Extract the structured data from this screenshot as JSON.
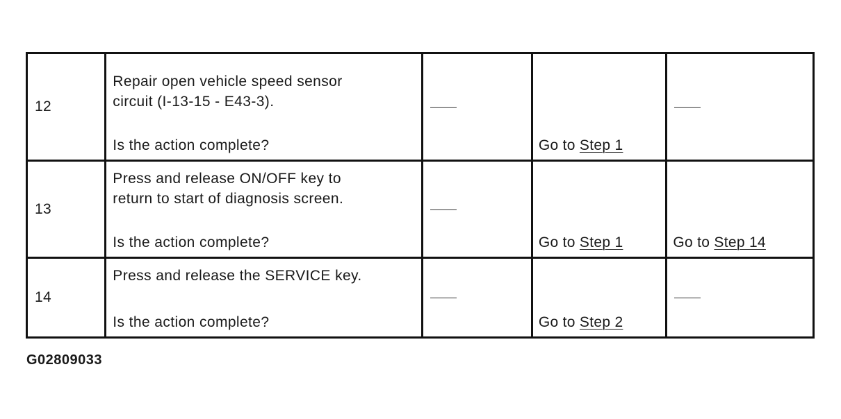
{
  "rows": [
    {
      "step": "12",
      "action": "Repair open vehicle speed sensor\ncircuit (I-13-15 - E43-3).",
      "question": "Is the action complete?",
      "spec_blank": "___",
      "yes_prefix": "Go to",
      "yes_link": "Step 1",
      "no_prefix": "",
      "no_link": "",
      "no_blank": "___"
    },
    {
      "step": "13",
      "action": "Press and release ON/OFF key to\nreturn to start of diagnosis screen.",
      "question": "Is the action complete?",
      "spec_blank": "___",
      "yes_prefix": "Go to",
      "yes_link": "Step 1",
      "no_prefix": "Go to",
      "no_link": "Step 14",
      "no_blank": ""
    },
    {
      "step": "14",
      "action": "Press and release the SERVICE key.",
      "question": "Is the action complete?",
      "spec_blank": "___",
      "yes_prefix": "Go to",
      "yes_link": "Step 2",
      "no_prefix": "",
      "no_link": "",
      "no_blank": "___"
    }
  ],
  "figure_id": "G02809033"
}
